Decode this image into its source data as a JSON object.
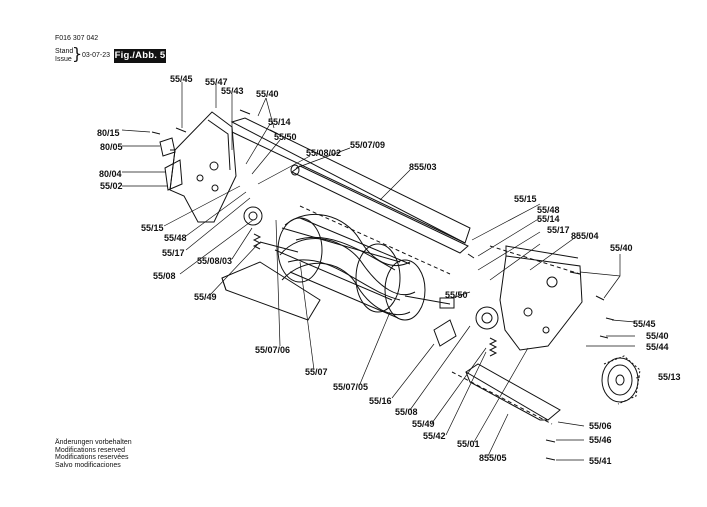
{
  "header": {
    "doc_number": "F016 307 042",
    "stand_line1": "Stand",
    "stand_line2": "Issue",
    "date": "03-07-23",
    "figure_label": "Fig./Abb. 5"
  },
  "parts": {
    "p55_45a": "55/45",
    "p55_47": "55/47",
    "p55_43": "55/43",
    "p55_40a": "55/40",
    "p80_15": "80/15",
    "p80_05": "80/05",
    "p80_04": "80/04",
    "p55_02": "55/02",
    "p55_14a": "55/14",
    "p55_50a": "55/50",
    "p55_08_02": "55/08/02",
    "p55_07_09": "55/07/09",
    "p855_03": "855/03",
    "p55_15a": "55/15",
    "p55_48a": "55/48",
    "p55_17a": "55/17",
    "p55_08a": "55/08",
    "p55_08_03": "55/08/03",
    "p55_49a": "55/49",
    "p55_15b": "55/15",
    "p55_48b": "55/48",
    "p55_14b": "55/14",
    "p55_17b": "55/17",
    "p855_04": "855/04",
    "p55_40b": "55/40",
    "p55_50b": "55/50",
    "p55_45b": "55/45",
    "p55_40c": "55/40",
    "p55_44": "55/44",
    "p55_13": "55/13",
    "p55_07_06": "55/07/06",
    "p55_07": "55/07",
    "p55_07_05": "55/07/05",
    "p55_16": "55/16",
    "p55_08b": "55/08",
    "p55_49b": "55/49",
    "p55_42": "55/42",
    "p55_01": "55/01",
    "p855_05": "855/05",
    "p55_06": "55/06",
    "p55_46": "55/46",
    "p55_41": "55/41"
  },
  "notes": {
    "de": "Änderungen vorbehalten",
    "en": "Modifications reserved",
    "fr": "Modifications reservées",
    "es": "Salvo modificaciones"
  }
}
